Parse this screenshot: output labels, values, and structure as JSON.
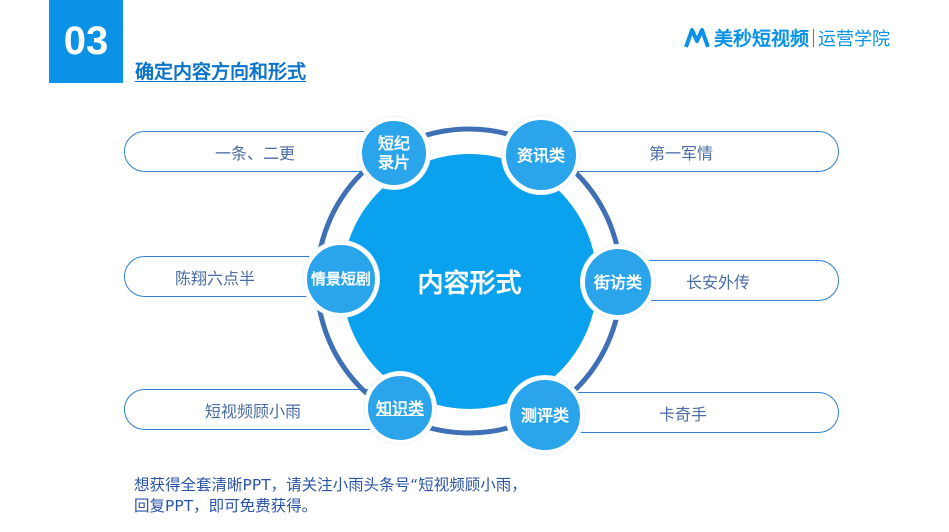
{
  "header": {
    "number": "03",
    "title": "确定内容方向和形式"
  },
  "brand": {
    "name": "美秒短视频",
    "sub": "运营学院"
  },
  "center_label": "内容形式",
  "nodes": {
    "top_left": "短纪\n录片",
    "top_right": "资讯类",
    "mid_left": "情景短剧",
    "mid_right": "街访类",
    "bottom_left": "知识类",
    "bottom_right": "测评类"
  },
  "pills": {
    "top_left": "一条、二更",
    "top_right": "第一军情",
    "mid_left": "陈翔六点半",
    "mid_right": "长安外传",
    "bottom_left": "短视频顾小雨",
    "bottom_right": "卡奇手"
  },
  "footer": "想获得全套清晰PPT，请关注小雨头条号“短视频顾小雨，回复PPT，即可免费获得。",
  "colors": {
    "accent": "#0a92e6",
    "center": "#0aa1ee",
    "node": "#2aa4ea",
    "ring": "#3f6fb5"
  }
}
